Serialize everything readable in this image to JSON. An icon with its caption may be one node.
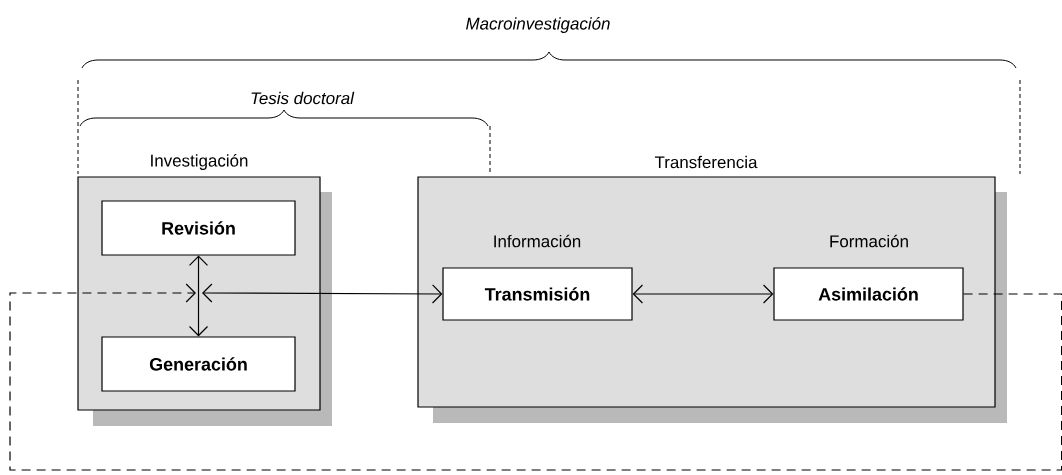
{
  "diagram": {
    "nodes": [
      {
        "text": [
          "Investigación"
        ]
      },
      {
        "text": [
          "Revisión"
        ],
        "in": 0
      },
      {
        "text": [
          "Generación"
        ],
        "in": 0
      },
      {
        "text": [
          "Transferencia"
        ]
      },
      {
        "text": [
          "Información",
          "Transmisión"
        ],
        "in": 3
      },
      {
        "text": [
          "Formación",
          "Asimilación"
        ],
        "in": 3
      }
    ],
    "edges": [
      {
        "from": 1,
        "to": 2,
        "arrow": "both"
      },
      {
        "from": null,
        "to": 4,
        "arrow": "both"
      },
      {
        "from": 4,
        "to": 5,
        "arrow": "both"
      },
      {
        "from": 5,
        "to": null,
        "arrow": "to",
        "style": "dashed"
      }
    ],
    "labels": [
      "Macroinvestigación",
      "Tesis doctoral"
    ]
  }
}
